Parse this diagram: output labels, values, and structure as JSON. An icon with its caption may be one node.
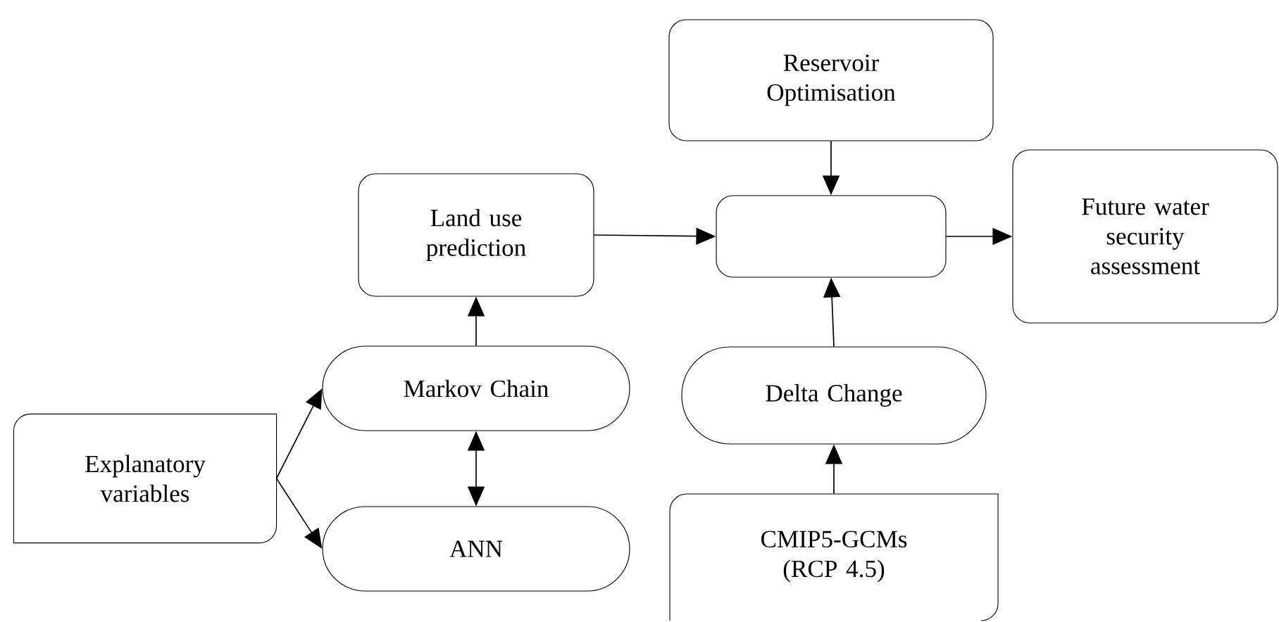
{
  "diagram": {
    "nodes": [
      {
        "text": [
          "Reservoir Optimisation"
        ]
      },
      {
        "text": [
          "Land use prediction"
        ]
      },
      {
        "text": [],
        "shape": "box"
      },
      {
        "text": [
          "Future water security assessment"
        ]
      },
      {
        "text": [
          "Explanatory variables"
        ]
      },
      {
        "text": [
          "Markov Chain"
        ]
      },
      {
        "text": [
          "ANN"
        ]
      },
      {
        "text": [
          "Delta Change"
        ]
      },
      {
        "text": [
          "CMIP5-GCMs (RCP 4.5)"
        ]
      }
    ],
    "edges": [
      {
        "from": 0,
        "to": 2,
        "arrow": "to"
      },
      {
        "from": 1,
        "to": 2,
        "arrow": "to"
      },
      {
        "from": 2,
        "to": 3,
        "arrow": "to"
      },
      {
        "from": 5,
        "to": 1,
        "arrow": "to"
      },
      {
        "from": 4,
        "to": 5,
        "arrow": "to"
      },
      {
        "from": 4,
        "to": 6,
        "arrow": "to"
      },
      {
        "from": 5,
        "to": 6,
        "arrow": "both"
      },
      {
        "from": 8,
        "to": 7,
        "arrow": "to"
      },
      {
        "from": 7,
        "to": 2,
        "arrow": "to"
      }
    ]
  }
}
